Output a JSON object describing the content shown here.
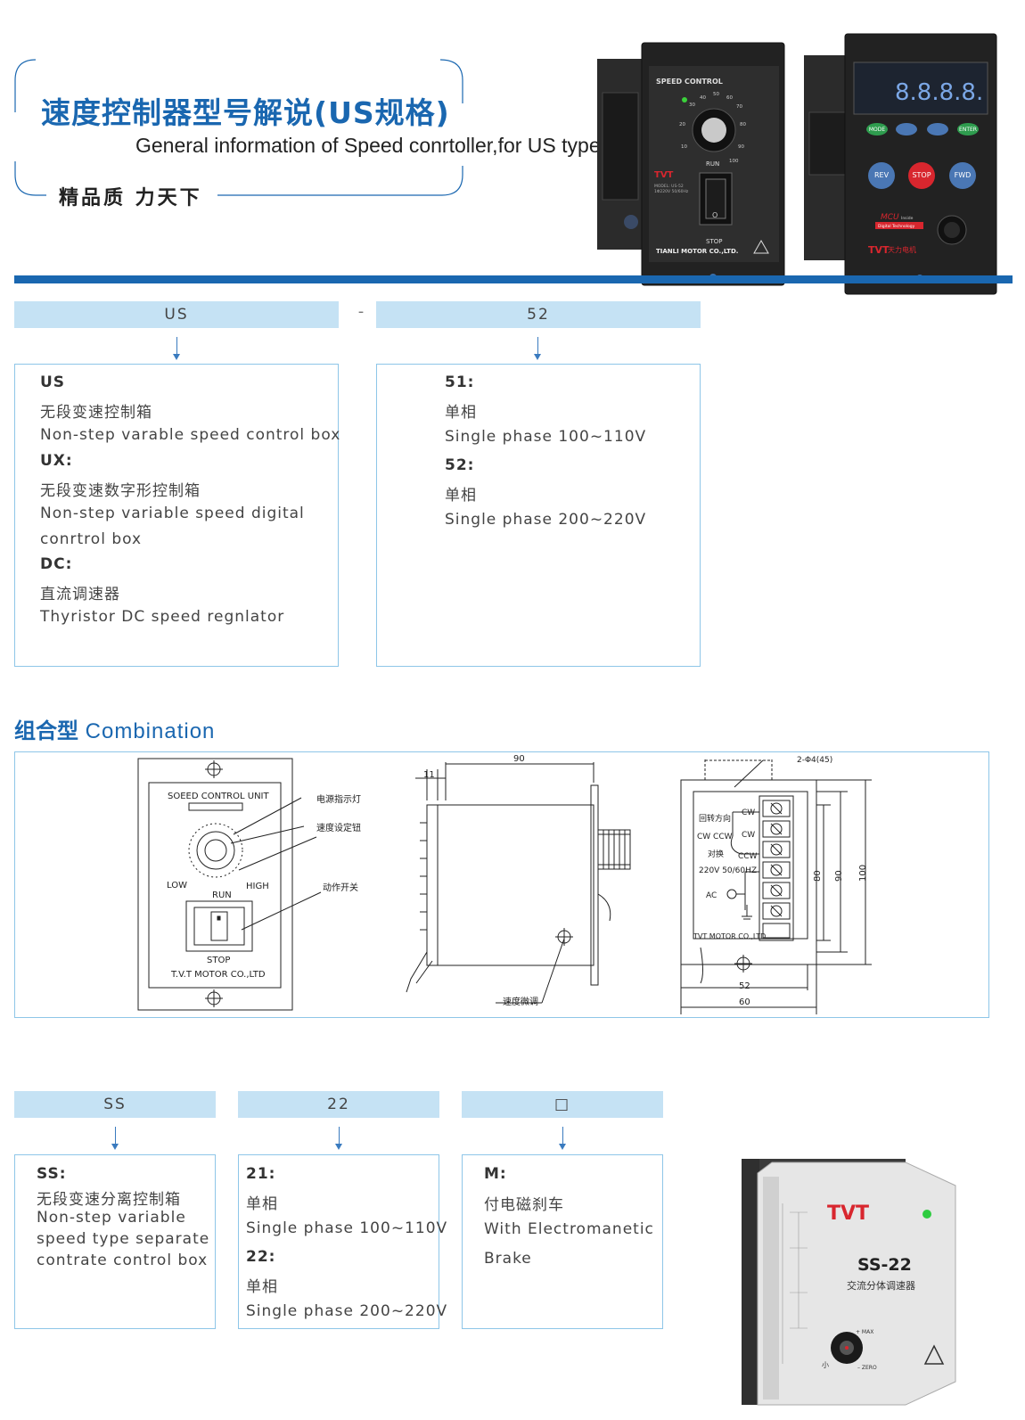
{
  "header": {
    "title_cn": "速度控制器型号解说(US规格)",
    "title_en": "General information of Speed conrtoller,for US type",
    "slogan": "精品质 力天下"
  },
  "product_photos": {
    "analog_unit": {
      "panel_title": "SPEED CONTROL",
      "dial_ticks": [
        "30",
        "40",
        "50",
        "60",
        "70",
        "20",
        "80",
        "10",
        "90",
        "100"
      ],
      "run_label": "RUN",
      "stop_label": "STOP",
      "brand": "TVT",
      "model_line": "MODEL: US-52",
      "rating_line": "1Φ220V 50/60Hz",
      "maker": "TIANLI MOTOR CO.,LTD.",
      "switch_off_label": "O"
    },
    "digital_unit": {
      "display": "8.8.8.8.",
      "buttons": [
        "MODE",
        "ENTER",
        "REV",
        "STOP",
        "FWD"
      ],
      "mcu_label": "MCU",
      "mcu_sub": "Inside",
      "digital_tech": "Digital Technology",
      "brand": "TVT",
      "brand_cn": "天力电机"
    },
    "ss_unit": {
      "brand": "TVT",
      "model": "SS-22",
      "caption_cn": "交流分体调速器",
      "max_label": "+ MAX",
      "zero_label": "– ZERO",
      "min_label": "小"
    }
  },
  "model_code_1": {
    "segments": [
      "US",
      "52"
    ],
    "separator": "-",
    "boxes": [
      {
        "lines": [
          {
            "text": "US",
            "bold": true
          },
          {
            "text": "无段变速控制箱",
            "bold": false
          },
          {
            "text": "Non-step varable speed control box",
            "bold": false
          },
          {
            "text": "UX:",
            "bold": true
          },
          {
            "text": "无段变速数字形控制箱",
            "bold": false
          },
          {
            "text": "Non-step variable speed digital",
            "bold": false
          },
          {
            "text": "conrtrol box",
            "bold": false
          },
          {
            "text": "DC:",
            "bold": true
          },
          {
            "text": "直流调速器",
            "bold": false
          },
          {
            "text": "Thyristor DC speed regnlator",
            "bold": false
          }
        ]
      },
      {
        "lines": [
          {
            "text": "51:",
            "bold": true
          },
          {
            "text": "单相",
            "bold": false
          },
          {
            "text": "Single phase 100~110V",
            "bold": false
          },
          {
            "text": "52:",
            "bold": true
          },
          {
            "text": "单相",
            "bold": false
          },
          {
            "text": "Single phase 200~220V",
            "bold": false
          }
        ]
      }
    ]
  },
  "combination": {
    "title_cn": "组合型",
    "title_en": "Combination",
    "front_view": {
      "unit_label": "SOEED CONTROL UNIT",
      "low": "LOW",
      "run": "RUN",
      "high": "HIGH",
      "stop": "STOP",
      "maker": "T.V.T MOTOR CO.,LTD",
      "callout_power_light": "电源指示灯",
      "callout_speed_knob": "速度设定钮",
      "callout_switch": "动作开关"
    },
    "side_view": {
      "dim_90": "90",
      "dim_11": "11",
      "callout_fine_tune": "速度微调"
    },
    "back_view": {
      "hole_label": "2-Φ4(45)",
      "rotation_cn": "回转方向",
      "cw_ccw": "CW CCW",
      "switch_cn": "对换",
      "cw_top": "CW",
      "cw_mid": "CW",
      "ccw_bottom": "CCW",
      "supply": "220V 50/60HZ",
      "ac": "AC",
      "maker": "TVT MOTOR CO.,LTD",
      "dim_80": "80",
      "dim_90": "90",
      "dim_100": "100",
      "dim_52": "52",
      "dim_60": "60"
    }
  },
  "model_code_2": {
    "segments": [
      "SS",
      "22",
      "□"
    ],
    "boxes": [
      {
        "lines": [
          {
            "text": "SS:",
            "bold": true
          },
          {
            "text": "无段变速分离控制箱",
            "bold": false
          },
          {
            "text": "Non-step variable",
            "bold": false
          },
          {
            "text": "speed type separate",
            "bold": false
          },
          {
            "text": "contrate control box",
            "bold": false
          }
        ]
      },
      {
        "lines": [
          {
            "text": "21:",
            "bold": true
          },
          {
            "text": "单相",
            "bold": false
          },
          {
            "text": "Single phase 100~110V",
            "bold": false
          },
          {
            "text": "22:",
            "bold": true
          },
          {
            "text": "单相",
            "bold": false
          },
          {
            "text": "Single phase 200~220V",
            "bold": false
          }
        ]
      },
      {
        "lines": [
          {
            "text": "M:",
            "bold": true
          },
          {
            "text": "付电磁刹车",
            "bold": false
          },
          {
            "text": "With Electromanetic",
            "bold": false
          },
          {
            "text": "Brake",
            "bold": false
          }
        ]
      }
    ]
  },
  "colors": {
    "brand_blue": "#1a67b0",
    "bar_fill": "#c5e2f4",
    "box_border": "#8ec6e8",
    "tvt_red": "#d8262e"
  }
}
